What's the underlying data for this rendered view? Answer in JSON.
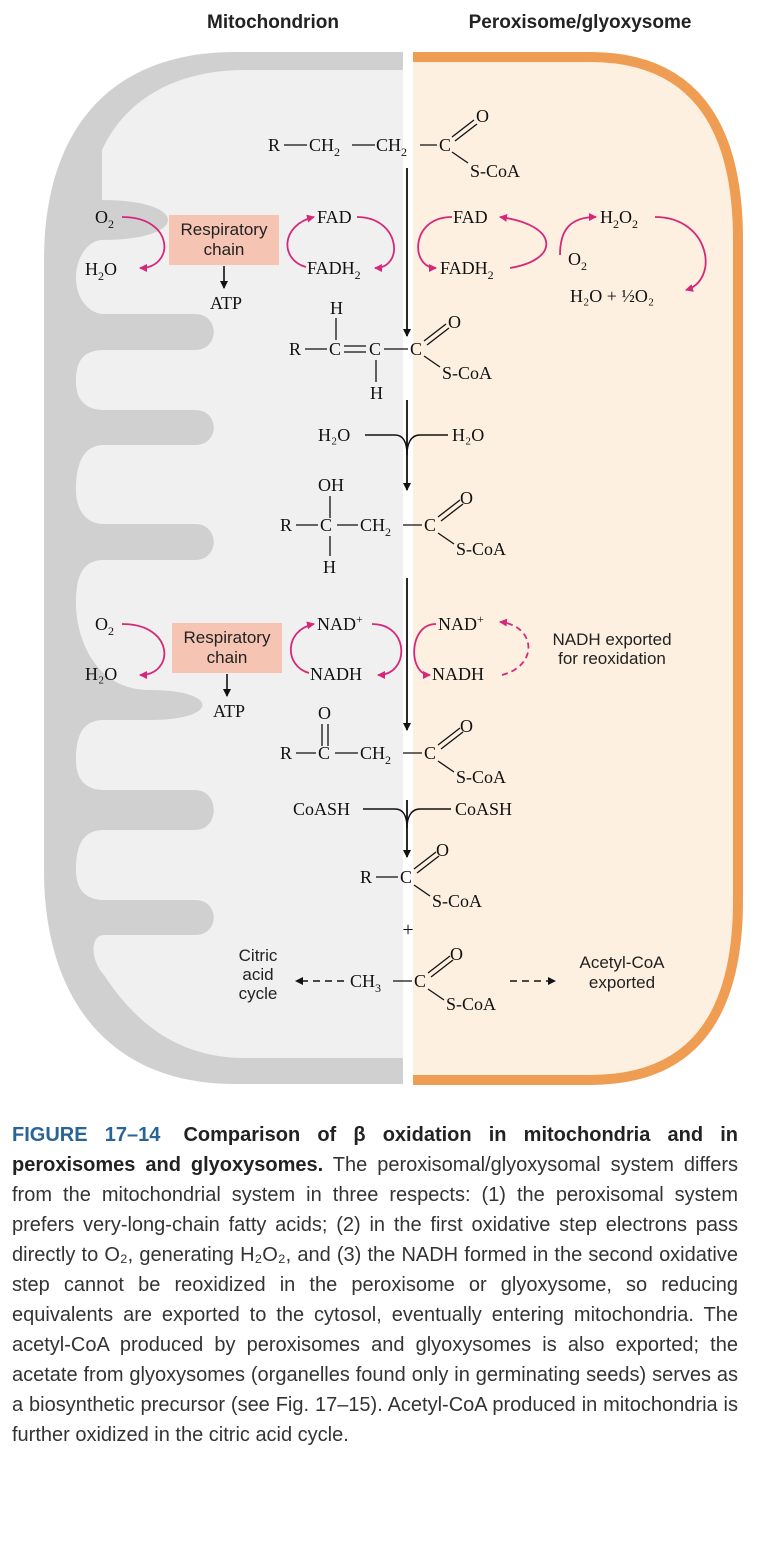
{
  "colors": {
    "mito_outer": "#d0d0d0",
    "mito_inner": "#f0f0f0",
    "perox_border": "#ef9d52",
    "perox_fill": "#fdf0e1",
    "resp_box": "#f5c4b3",
    "magenta": "#d6287a"
  },
  "headers": {
    "mito": "Mitochondrion",
    "perox": "Peroxisome/glyoxysome"
  },
  "resp_chain": {
    "line1": "Respiratory",
    "line2": "chain",
    "atp": "ATP"
  },
  "step1": {
    "o2": "O",
    "o2_sub": "2",
    "h2o_h": "H",
    "h2o_sub": "2",
    "h2o_o": "O",
    "fad": "FAD",
    "fadh2": "FADH",
    "fadh2_sub": "2",
    "perox_fad": "FAD",
    "perox_fadh2": "FADH",
    "perox_fadh2_sub": "2",
    "h2o2": "H",
    "h2o2_sub1": "2",
    "h2o2_o": "O",
    "h2o2_sub2": "2",
    "perox_o2": "O",
    "perox_o2_sub": "2",
    "perox_h2o_half": "H₂O + ½O₂"
  },
  "molecules": {
    "acyl": {
      "r": "R",
      "ch2a": "CH",
      "ch2b": "CH",
      "sub": "2",
      "c": "C",
      "o": "O",
      "scoa": "S-CoA"
    },
    "enoyl": {
      "r": "R",
      "c1": "C",
      "c2": "C",
      "c3": "C",
      "h_top": "H",
      "h_bot": "H",
      "o": "O",
      "scoa": "S-CoA"
    },
    "hydroxy": {
      "r": "R",
      "c1": "C",
      "oh": "OH",
      "h": "H",
      "ch2": "CH",
      "sub": "2",
      "c": "C",
      "o": "O",
      "scoa": "S-CoA"
    },
    "keto": {
      "r": "R",
      "c1": "C",
      "o_top": "O",
      "ch2": "CH",
      "sub": "2",
      "c": "C",
      "o": "O",
      "scoa": "S-CoA"
    },
    "short_acyl": {
      "r": "R",
      "c": "C",
      "o": "O",
      "scoa": "S-CoA"
    },
    "plus": "+",
    "acetyl": {
      "ch3": "CH",
      "sub": "3",
      "c": "C",
      "o": "O",
      "scoa": "S-CoA"
    }
  },
  "step2": {
    "h2o_left": "H₂O",
    "h2o_right": "H₂O"
  },
  "step3": {
    "o2": "O",
    "o2_sub": "2",
    "h2o": "H₂O",
    "nad": "NAD",
    "nad_sup": "+",
    "nadh": "NADH",
    "perox_nad": "NAD",
    "perox_nad_sup": "+",
    "perox_nadh": "NADH",
    "export1": "NADH exported",
    "export2": "for reoxidation"
  },
  "step4": {
    "coash_left": "CoASH",
    "coash_right": "CoASH"
  },
  "ends": {
    "citric1": "Citric",
    "citric2": "acid",
    "citric3": "cycle",
    "acetyl1": "Acetyl-CoA",
    "acetyl2": "exported"
  },
  "caption": {
    "fig_label": "FIGURE 17–14",
    "title": "Comparison of β oxidation in mitochondria and in peroxisomes and glyoxysomes.",
    "body": "The peroxisomal/glyoxysomal system differs from the mitochondrial system in three respects: (1) the peroxisomal system prefers very-long-chain fatty acids; (2) in the first oxidative step electrons pass directly to O₂, generating H₂O₂, and (3) the NADH formed in the second oxidative step cannot be reoxidized in the peroxisome or glyoxysome, so reducing equivalents are exported to the cytosol, eventually entering mitochondria. The acetyl-CoA produced by peroxisomes and glyoxysomes is also exported; the acetate from glyoxysomes (organelles found only in germinating seeds) serves as a biosynthetic precursor (see Fig. 17–15). Acetyl-CoA produced in mitochondria is further oxidized in the citric acid cycle."
  }
}
